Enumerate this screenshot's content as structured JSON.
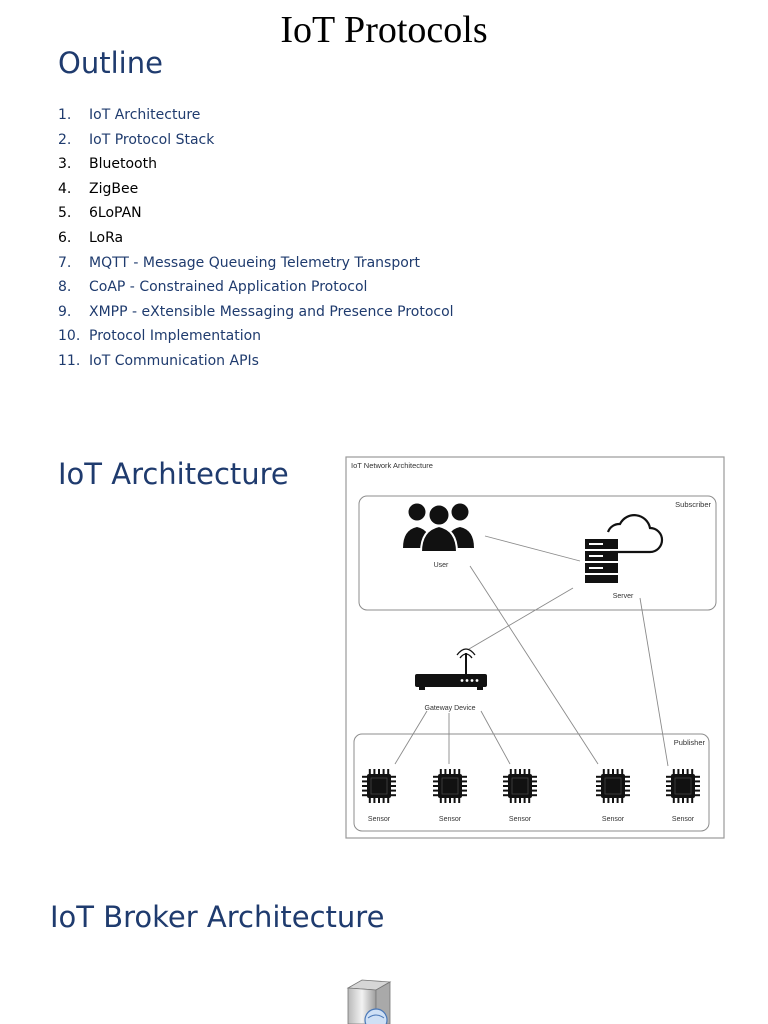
{
  "document": {
    "title": "IoT Protocols"
  },
  "outline": {
    "heading": "Outline",
    "items": [
      {
        "num": "1.",
        "text": "IoT Architecture",
        "color": "#1f3b6e"
      },
      {
        "num": "2.",
        "text": "IoT Protocol Stack",
        "color": "#1f3b6e"
      },
      {
        "num": "3.",
        "text": "Bluetooth",
        "color": "#000000"
      },
      {
        "num": "4.",
        "text": "ZigBee",
        "color": "#000000"
      },
      {
        "num": "5.",
        "text": "6LoPAN",
        "color": "#000000"
      },
      {
        "num": "6.",
        "text": "LoRa",
        "color": "#000000"
      },
      {
        "num": "7.",
        "text": "MQTT - Message Queueing Telemetry Transport",
        "color": "#1f3b6e"
      },
      {
        "num": "8.",
        "text": "CoAP - Constrained Application Protocol",
        "color": "#1f3b6e"
      },
      {
        "num": "9.",
        "text": "XMPP - eXtensible Messaging and Presence Protocol",
        "color": "#1f3b6e"
      },
      {
        "num": "10.",
        "text": "Protocol Implementation",
        "color": "#1f3b6e"
      },
      {
        "num": "11.",
        "text": "IoT Communication APIs",
        "color": "#1f3b6e"
      }
    ]
  },
  "architecture": {
    "heading": "IoT Architecture",
    "diagram": {
      "title": "IoT Network Architecture",
      "subscriber_label": "Subscriber",
      "publisher_label": "Publisher",
      "user_label": "User",
      "server_label": "Server",
      "gateway_label": "Gateway Device",
      "sensor_labels": [
        "Sensor",
        "Sensor",
        "Sensor",
        "Sensor",
        "Sensor"
      ]
    }
  },
  "broker": {
    "heading": "IoT Broker Architecture"
  }
}
